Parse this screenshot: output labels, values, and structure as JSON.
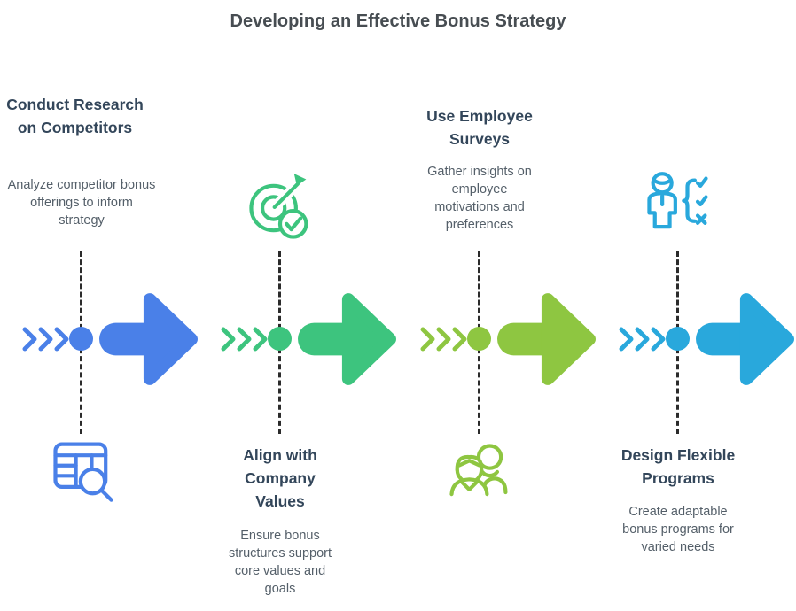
{
  "title": "Developing an Effective Bonus Strategy",
  "steps": [
    {
      "heading": "Conduct Research on Competitors",
      "description": "Analyze competitor bonus offerings to inform strategy",
      "icon": "table-search-icon",
      "color": "#4a80e8",
      "text_position": "top"
    },
    {
      "heading": "Align with Company Values",
      "description": "Ensure bonus structures support core values and goals",
      "icon": "target-check-icon",
      "color": "#3dc47e",
      "text_position": "bottom"
    },
    {
      "heading": "Use Employee Surveys",
      "description": "Gather insights on employee motivations and preferences",
      "icon": "two-people-icon",
      "color": "#8ec641",
      "text_position": "top"
    },
    {
      "heading": "Design Flexible Programs",
      "description": "Create adaptable bonus programs for varied needs",
      "icon": "person-checklist-icon",
      "color": "#29a8dc",
      "text_position": "bottom"
    }
  ],
  "colors": {
    "title": "#474d52",
    "heading": "#33465a",
    "body": "#545f69",
    "dashed_line": "#2b2b2b",
    "background": "#ffffff"
  }
}
